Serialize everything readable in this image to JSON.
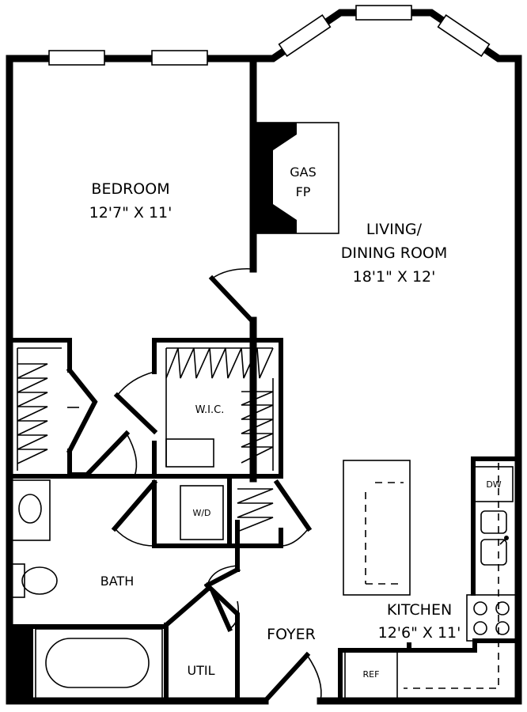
{
  "rooms": {
    "bedroom": {
      "name": "BEDROOM",
      "size": "12'7\" X 11'"
    },
    "living": {
      "name_line1": "LIVING/",
      "name_line2": "DINING ROOM",
      "size": "18'1\" X 12'"
    },
    "kitchen": {
      "name": "KITCHEN",
      "size": "12'6\" X 11'"
    },
    "bath": {
      "name": "BATH"
    },
    "wic": {
      "name": "W.I.C."
    },
    "foyer": {
      "name": "FOYER"
    },
    "util": {
      "name": "UTIL"
    }
  },
  "fixtures": {
    "fireplace_line1": "GAS",
    "fireplace_line2": "FP",
    "washer_dryer": "W/D",
    "dishwasher": "DW",
    "refrigerator": "REF"
  },
  "colors": {
    "wall": "#000000",
    "background": "#ffffff"
  }
}
